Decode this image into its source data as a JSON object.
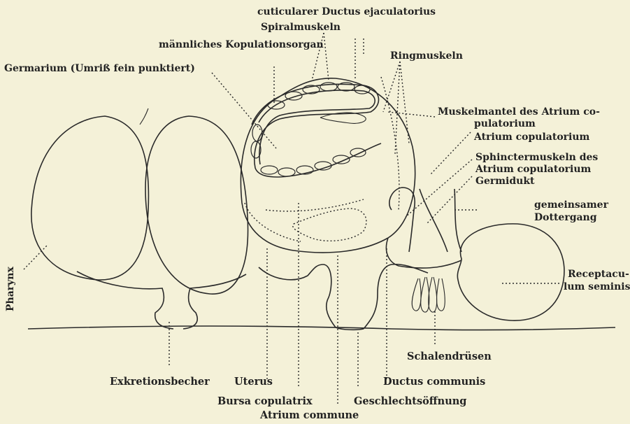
{
  "labels": {
    "cuticular_ductus": "cuticularer Ductus ejaculatorius",
    "spiralmuskeln": "Spiralmuskeln",
    "kopulationsorgan": "männliches Kopulationsorgan",
    "germarium": "Germarium (Umriß fein punktiert)",
    "ringmuskeln": "Ringmuskeln",
    "muskelmantel_1": "Muskelmantel des Atrium co-",
    "muskelmantel_2": "pulatorium",
    "atrium_copulatorium": "Atrium copulatorium",
    "sphincter_1": "Sphinctermuskeln des",
    "sphincter_2": "Atrium copulatorium",
    "germidukt": "Germidukt",
    "dottergang_1": "gemeinsamer",
    "dottergang_2": "Dottergang",
    "receptaculum_1": "Receptacu-",
    "receptaculum_2": "lum seminis",
    "pharynx": "Pharynx",
    "schalendruesen": "Schalendrüsen",
    "exkretionsbecher": "Exkretionsbecher",
    "uterus": "Uterus",
    "ductus_communis": "Ductus communis",
    "bursa_copulatrix": "Bursa copulatrix",
    "geschlechtsoeffnung": "Geschlechtsöffnung",
    "atrium_commune": "Atrium commune"
  }
}
